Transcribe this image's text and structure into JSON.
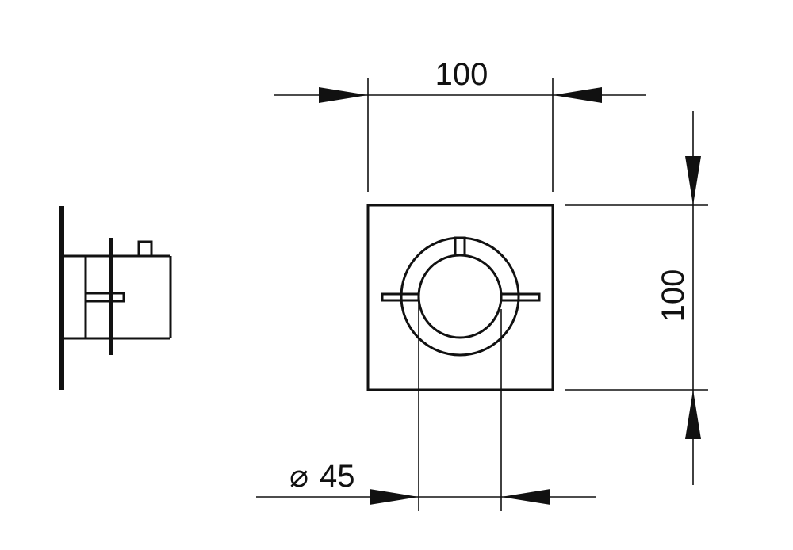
{
  "drawing": {
    "colors": {
      "line": "#111111",
      "background": "#ffffff"
    },
    "dimensions": {
      "width_label": "100",
      "height_label": "100",
      "diameter_symbol": "⌀",
      "diameter_value": "45"
    }
  }
}
